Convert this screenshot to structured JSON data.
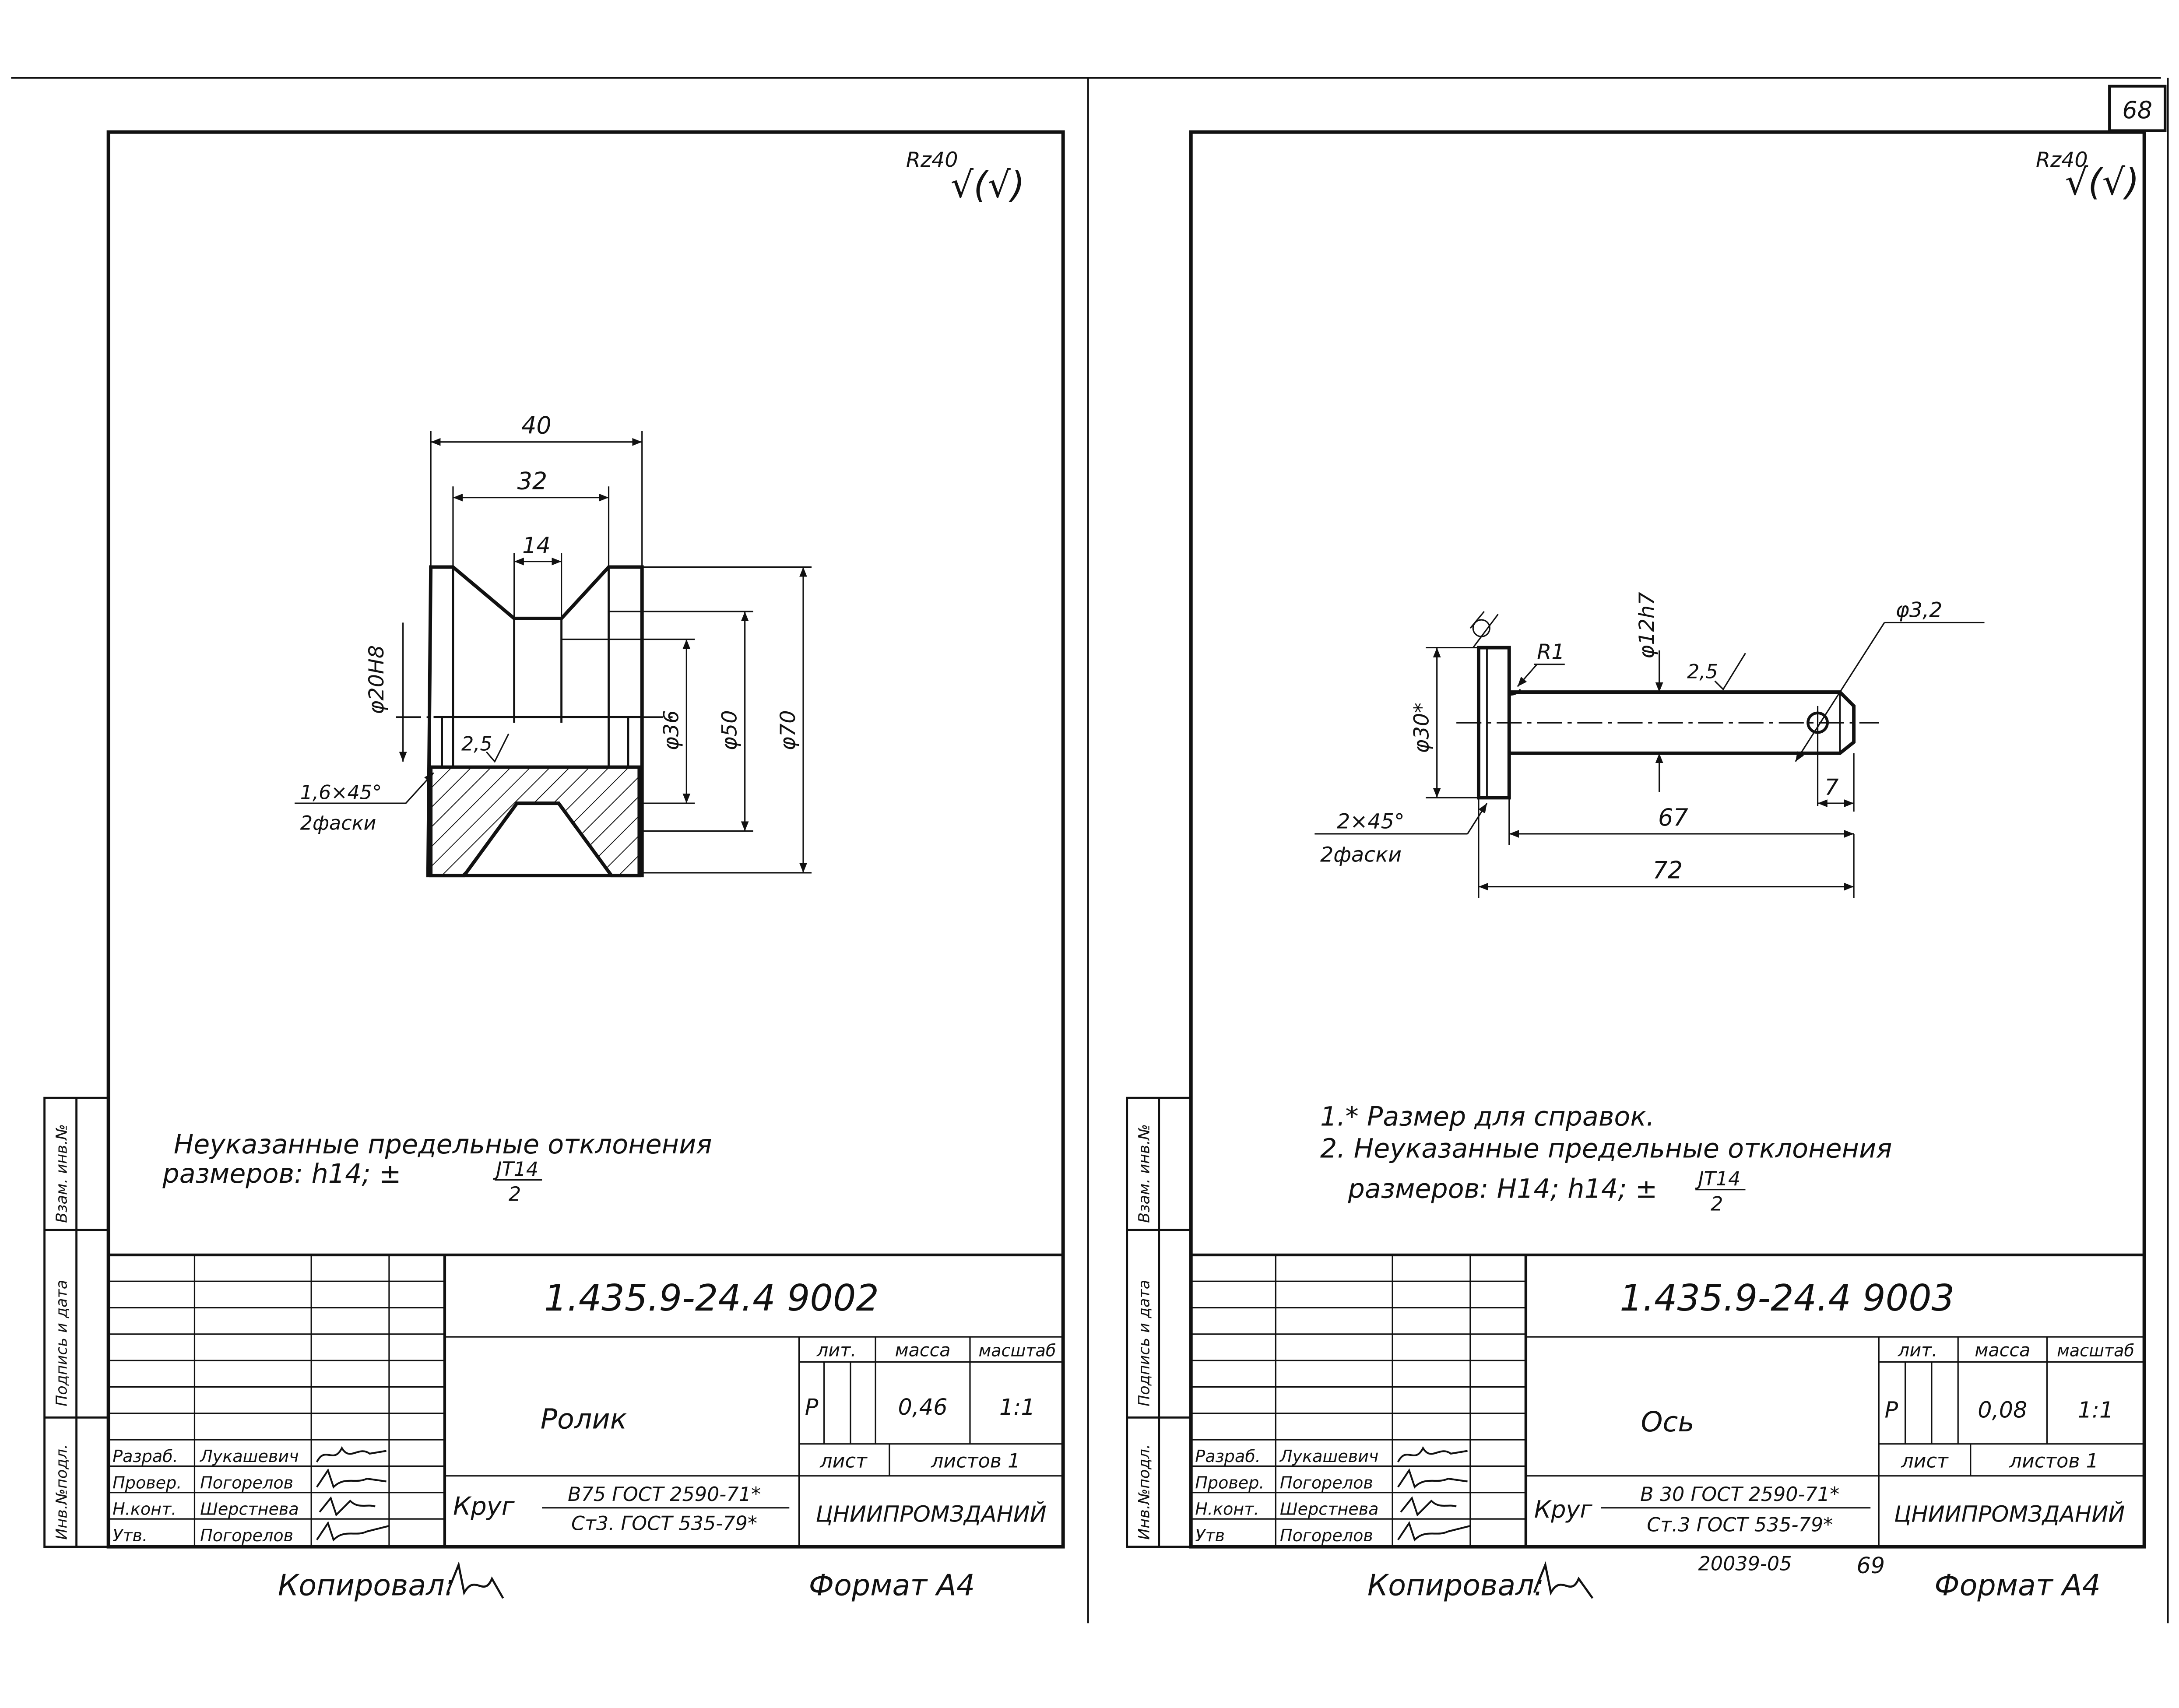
{
  "sheet": {
    "page_number": "68",
    "copy_number": "20039-05",
    "copy_page": "69"
  },
  "left": {
    "roughness": "Rz40",
    "roughness_mark": "√(√)",
    "dims": {
      "d40": "40",
      "d32": "32",
      "d14": "14",
      "dia20": "φ20H8",
      "dia36": "φ36",
      "dia50": "φ50",
      "dia70": "φ70",
      "surface": "2,5"
    },
    "chamfer": {
      "line1": "1,6×45°",
      "line2": "2фаски"
    },
    "notes": {
      "line1": "Неуказанные предельные отклонения",
      "line2": "размеров:  h14; ±",
      "frac_num": "JT14",
      "frac_den": "2"
    },
    "title_block": {
      "doc_number": "1.435.9-24.4   9002",
      "part_name": "Ролик",
      "material_prefix": "Круг",
      "material_top": "В75 ГОСТ 2590-71*",
      "material_bottom": "Ст3. ГОСТ 535-79*",
      "lit_label": "лит.",
      "mass_label": "масса",
      "scale_label": "масштаб",
      "lit_value": "Р",
      "mass_value": "0,46",
      "scale_value": "1:1",
      "sheet_label": "лист",
      "sheets_label": "листов 1",
      "org": "ЦНИИПРОМЗДАНИЙ",
      "roles": [
        {
          "role": "Разраб.",
          "name": "Лукашевич"
        },
        {
          "role": "Провер.",
          "name": "Погорелов"
        },
        {
          "role": "Н.конт.",
          "name": "Шерстнева"
        },
        {
          "role": "Утв.",
          "name": "Погорелов"
        }
      ],
      "side_labels": [
        "Инв.№подл.",
        "Подпись и дата",
        "Взам. инв.№"
      ]
    },
    "footer": {
      "copied": "Копировал:",
      "format": "Формат А4"
    }
  },
  "right": {
    "roughness": "Rz40",
    "roughness_mark": "√(√)",
    "dims": {
      "dia12": "φ12h7",
      "dia32": "φ3,2",
      "dia30": "φ30*",
      "r1": "R1",
      "surface": "2,5",
      "d67": "67",
      "d72": "72",
      "d7": "7"
    },
    "chamfer": {
      "line1": "2×45°",
      "line2": "2фаски"
    },
    "notes": {
      "line1": "1.* Размер для справок.",
      "line2": "2. Неуказанные предельные отклонения",
      "line3": "размеров: H14; h14; ±",
      "frac_num": "JT14",
      "frac_den": "2"
    },
    "title_block": {
      "doc_number": "1.435.9-24.4   9003",
      "part_name": "Ось",
      "material_prefix": "Круг",
      "material_top": "В 30 ГОСТ 2590-71*",
      "material_bottom": "Ст.3 ГОСТ 535-79*",
      "lit_label": "лит.",
      "mass_label": "масса",
      "scale_label": "масштаб",
      "lit_value": "Р",
      "mass_value": "0,08",
      "scale_value": "1:1",
      "sheet_label": "лист",
      "sheets_label": "листов 1",
      "org": "ЦНИИПРОМЗДАНИЙ",
      "roles": [
        {
          "role": "Разраб.",
          "name": "Лукашевич"
        },
        {
          "role": "Провер.",
          "name": "Погорелов"
        },
        {
          "role": "Н.конт.",
          "name": "Шерстнева"
        },
        {
          "role": "Утв",
          "name": "Погорелов"
        }
      ],
      "side_labels": [
        "Инв.№подл.",
        "Подпись и дата",
        "Взам. инв.№"
      ]
    },
    "footer": {
      "copied": "Копировал:",
      "format": "Формат А4"
    }
  }
}
